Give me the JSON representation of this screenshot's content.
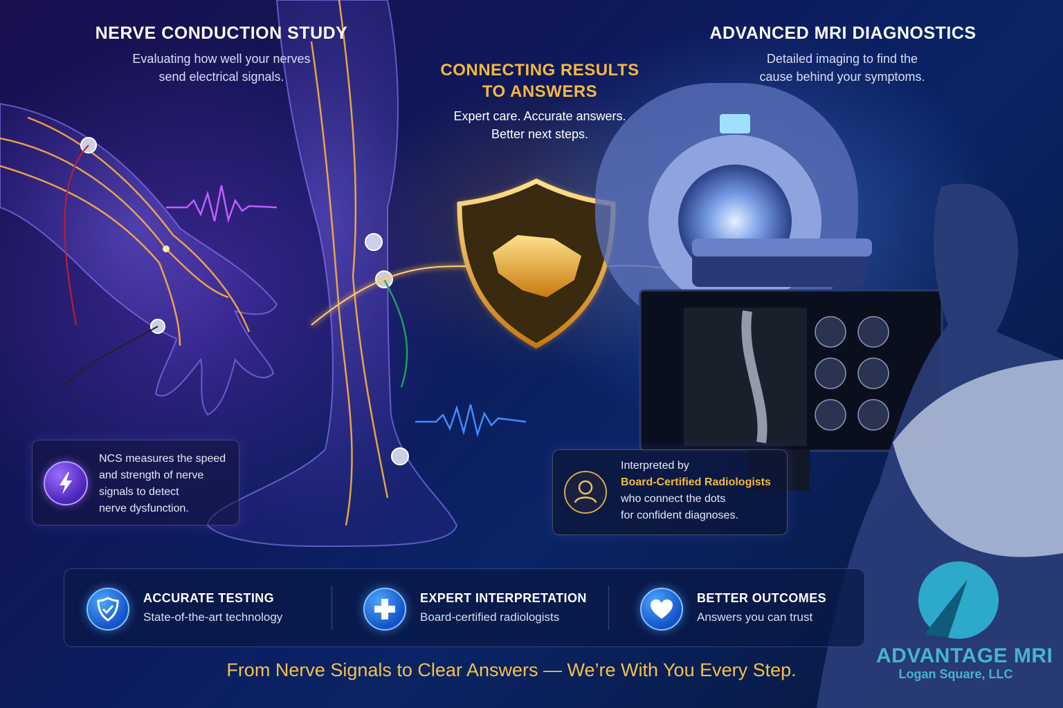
{
  "left": {
    "title": "NERVE CONDUCTION STUDY",
    "subtitle_line1": "Evaluating how well your nerves",
    "subtitle_line2": "send electrical signals.",
    "info_line1": "NCS measures the speed",
    "info_line2": "and strength of nerve",
    "info_line3": "signals to detect",
    "info_line4": "nerve dysfunction.",
    "info_icon": "lightning-icon"
  },
  "center": {
    "title_line1": "CONNECTING RESULTS",
    "title_line2": "TO ANSWERS",
    "sub_line1": "Expert care. Accurate answers.",
    "sub_line2": "Better next steps.",
    "emblem_icon": "handshake-shield-icon"
  },
  "right": {
    "title": "ADVANCED MRI DIAGNOSTICS",
    "subtitle_line1": "Detailed imaging to find the",
    "subtitle_line2": "cause behind your symptoms.",
    "info_line1": "Interpreted by",
    "info_line2": "Board-Certified Radiologists",
    "info_line3": "who connect the dots",
    "info_line4": "for confident diagnoses.",
    "info_icon": "doctor-icon"
  },
  "features": [
    {
      "title": "ACCURATE TESTING",
      "sub": "State-of-the-art technology",
      "icon": "shield-check-icon"
    },
    {
      "title": "EXPERT INTERPRETATION",
      "sub": "Board-certified radiologists",
      "icon": "medical-cross-icon"
    },
    {
      "title": "BETTER OUTCOMES",
      "sub": "Answers you can trust",
      "icon": "heart-icon"
    }
  ],
  "tagline": "From Nerve Signals to Clear Answers — We’re With You Every Step.",
  "logo": {
    "name": "ADVANTAGE MRI",
    "sub": "Logan Square, LLC"
  },
  "colors": {
    "accent_gold": "#f6b93b",
    "accent_blue": "#1452c8",
    "logo_teal": "#46b6c8"
  }
}
